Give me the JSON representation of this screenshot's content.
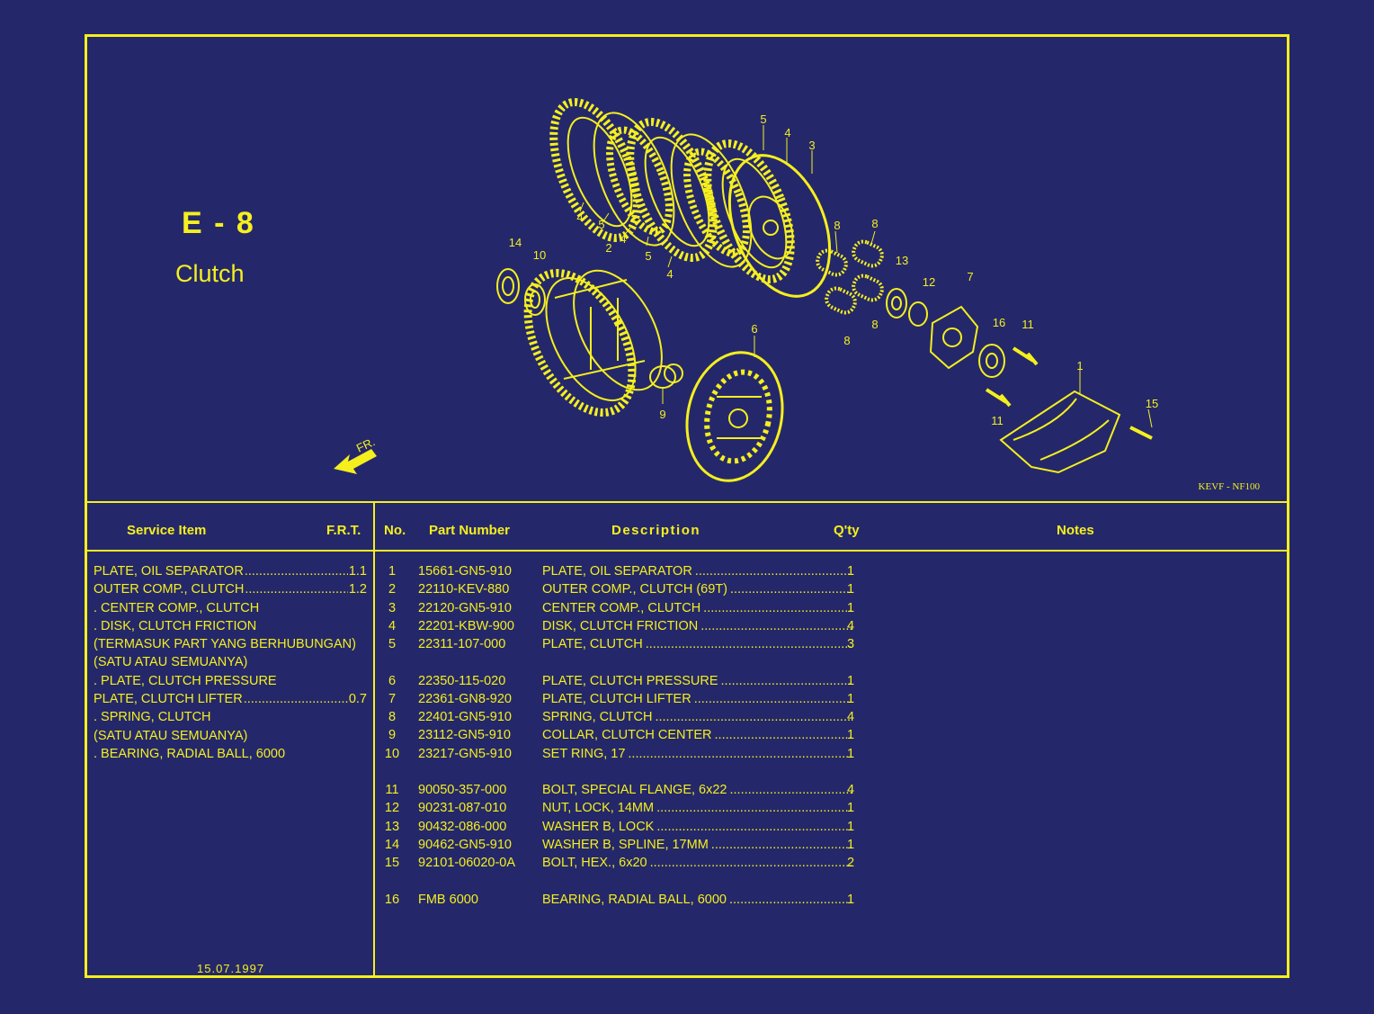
{
  "header": {
    "code": "E - 8",
    "name": "Clutch",
    "diagram_code": "KEVF - NF100",
    "front_label": "FR."
  },
  "callouts": [
    "14",
    "10",
    "2",
    "4",
    "5",
    "4",
    "5",
    "4",
    "5",
    "4",
    "3",
    "8",
    "8",
    "13",
    "12",
    "7",
    "16",
    "11",
    "8",
    "8",
    "6",
    "9",
    "1",
    "11",
    "15"
  ],
  "columns": {
    "service_item": "Service Item",
    "frt": "F.R.T.",
    "no": "No.",
    "part_number": "Part Number",
    "description": "Description",
    "qty": "Q'ty",
    "notes": "Notes"
  },
  "service_items": [
    {
      "text": "PLATE, OIL SEPARATOR",
      "frt": "1.1"
    },
    {
      "text": "OUTER COMP., CLUTCH",
      "frt": "1.2"
    },
    {
      "text": ". CENTER COMP., CLUTCH",
      "frt": ""
    },
    {
      "text": ". DISK, CLUTCH FRICTION",
      "frt": ""
    },
    {
      "text": "(TERMASUK PART YANG BERHUBUNGAN)",
      "frt": ""
    },
    {
      "text": "(SATU ATAU SEMUANYA)",
      "frt": ""
    },
    {
      "text": ". PLATE, CLUTCH PRESSURE",
      "frt": ""
    },
    {
      "text": "PLATE, CLUTCH LIFTER",
      "frt": "0.7"
    },
    {
      "text": ". SPRING, CLUTCH",
      "frt": ""
    },
    {
      "text": "(SATU ATAU SEMUANYA)",
      "frt": ""
    },
    {
      "text": ". BEARING, RADIAL BALL, 6000",
      "frt": ""
    }
  ],
  "date": "15.07.1997",
  "parts": [
    {
      "no": "1",
      "part_number": "15661-GN5-910",
      "description": "PLATE, OIL SEPARATOR",
      "qty": "1"
    },
    {
      "no": "2",
      "part_number": "22110-KEV-880",
      "description": "OUTER COMP., CLUTCH (69T)",
      "qty": "1"
    },
    {
      "no": "3",
      "part_number": "22120-GN5-910",
      "description": "CENTER COMP., CLUTCH",
      "qty": "1"
    },
    {
      "no": "4",
      "part_number": "22201-KBW-900",
      "description": "DISK, CLUTCH FRICTION",
      "qty": "4"
    },
    {
      "no": "5",
      "part_number": "22311-107-000",
      "description": "PLATE, CLUTCH",
      "qty": "3"
    },
    {
      "no": "6",
      "part_number": "22350-115-020",
      "description": "PLATE, CLUTCH PRESSURE",
      "qty": "1"
    },
    {
      "no": "7",
      "part_number": "22361-GN8-920",
      "description": "PLATE, CLUTCH LIFTER",
      "qty": "1"
    },
    {
      "no": "8",
      "part_number": "22401-GN5-910",
      "description": "SPRING, CLUTCH",
      "qty": "4"
    },
    {
      "no": "9",
      "part_number": "23112-GN5-910",
      "description": "COLLAR, CLUTCH CENTER",
      "qty": "1"
    },
    {
      "no": "10",
      "part_number": "23217-GN5-910",
      "description": "SET RING, 17",
      "qty": "1"
    },
    {
      "no": "11",
      "part_number": "90050-357-000",
      "description": "BOLT, SPECIAL FLANGE, 6x22",
      "qty": "4"
    },
    {
      "no": "12",
      "part_number": "90231-087-010",
      "description": "NUT, LOCK, 14MM",
      "qty": "1"
    },
    {
      "no": "13",
      "part_number": "90432-086-000",
      "description": "WASHER B, LOCK",
      "qty": "1"
    },
    {
      "no": "14",
      "part_number": "90462-GN5-910",
      "description": "WASHER B, SPLINE, 17MM",
      "qty": "1"
    },
    {
      "no": "15",
      "part_number": "92101-06020-0A",
      "description": "BOLT, HEX., 6x20",
      "qty": "2"
    },
    {
      "no": "16",
      "part_number": "FMB 6000",
      "description": "BEARING, RADIAL BALL, 6000",
      "qty": "1"
    }
  ],
  "colors": {
    "background": "#24286a",
    "ink": "#f5ef1e"
  }
}
